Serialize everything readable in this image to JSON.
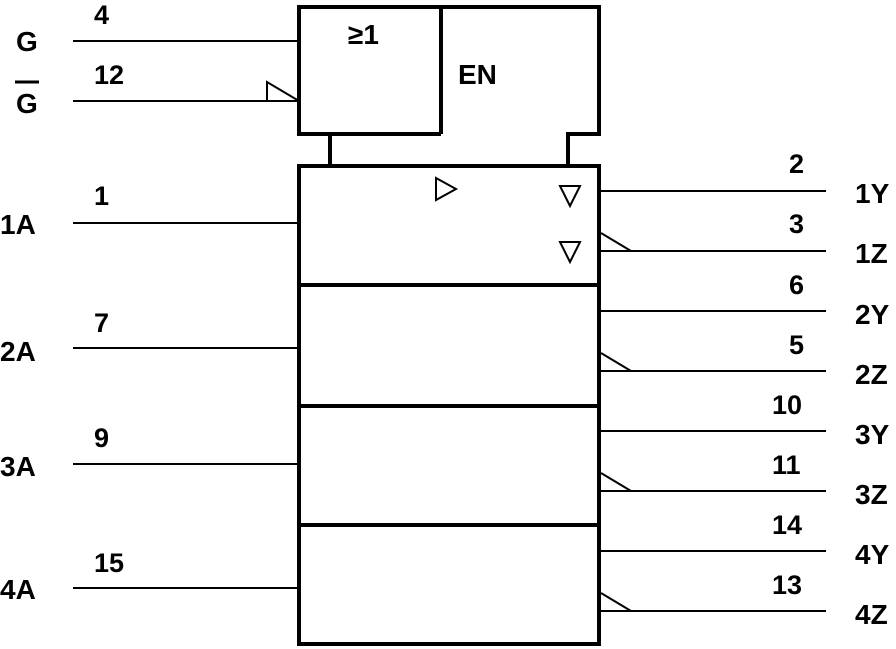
{
  "inputs": {
    "g": {
      "label": "G",
      "pin": "4"
    },
    "g_bar": {
      "label": "G",
      "pin": "12"
    },
    "a1": {
      "label": "1A",
      "pin": "1"
    },
    "a2": {
      "label": "2A",
      "pin": "7"
    },
    "a3": {
      "label": "3A",
      "pin": "9"
    },
    "a4": {
      "label": "4A",
      "pin": "15"
    }
  },
  "outputs": {
    "y1": {
      "label": "1Y",
      "pin": "2"
    },
    "z1": {
      "label": "1Z",
      "pin": "3"
    },
    "y2": {
      "label": "2Y",
      "pin": "6"
    },
    "z2": {
      "label": "2Z",
      "pin": "5"
    },
    "y3": {
      "label": "3Y",
      "pin": "10"
    },
    "z3": {
      "label": "3Z",
      "pin": "11"
    },
    "y4": {
      "label": "4Y",
      "pin": "14"
    },
    "z4": {
      "label": "4Z",
      "pin": "13"
    }
  },
  "control_block": {
    "or_symbol": "≥1",
    "enable_label": "EN"
  },
  "colors": {
    "line": "#000000",
    "background": "#ffffff"
  }
}
